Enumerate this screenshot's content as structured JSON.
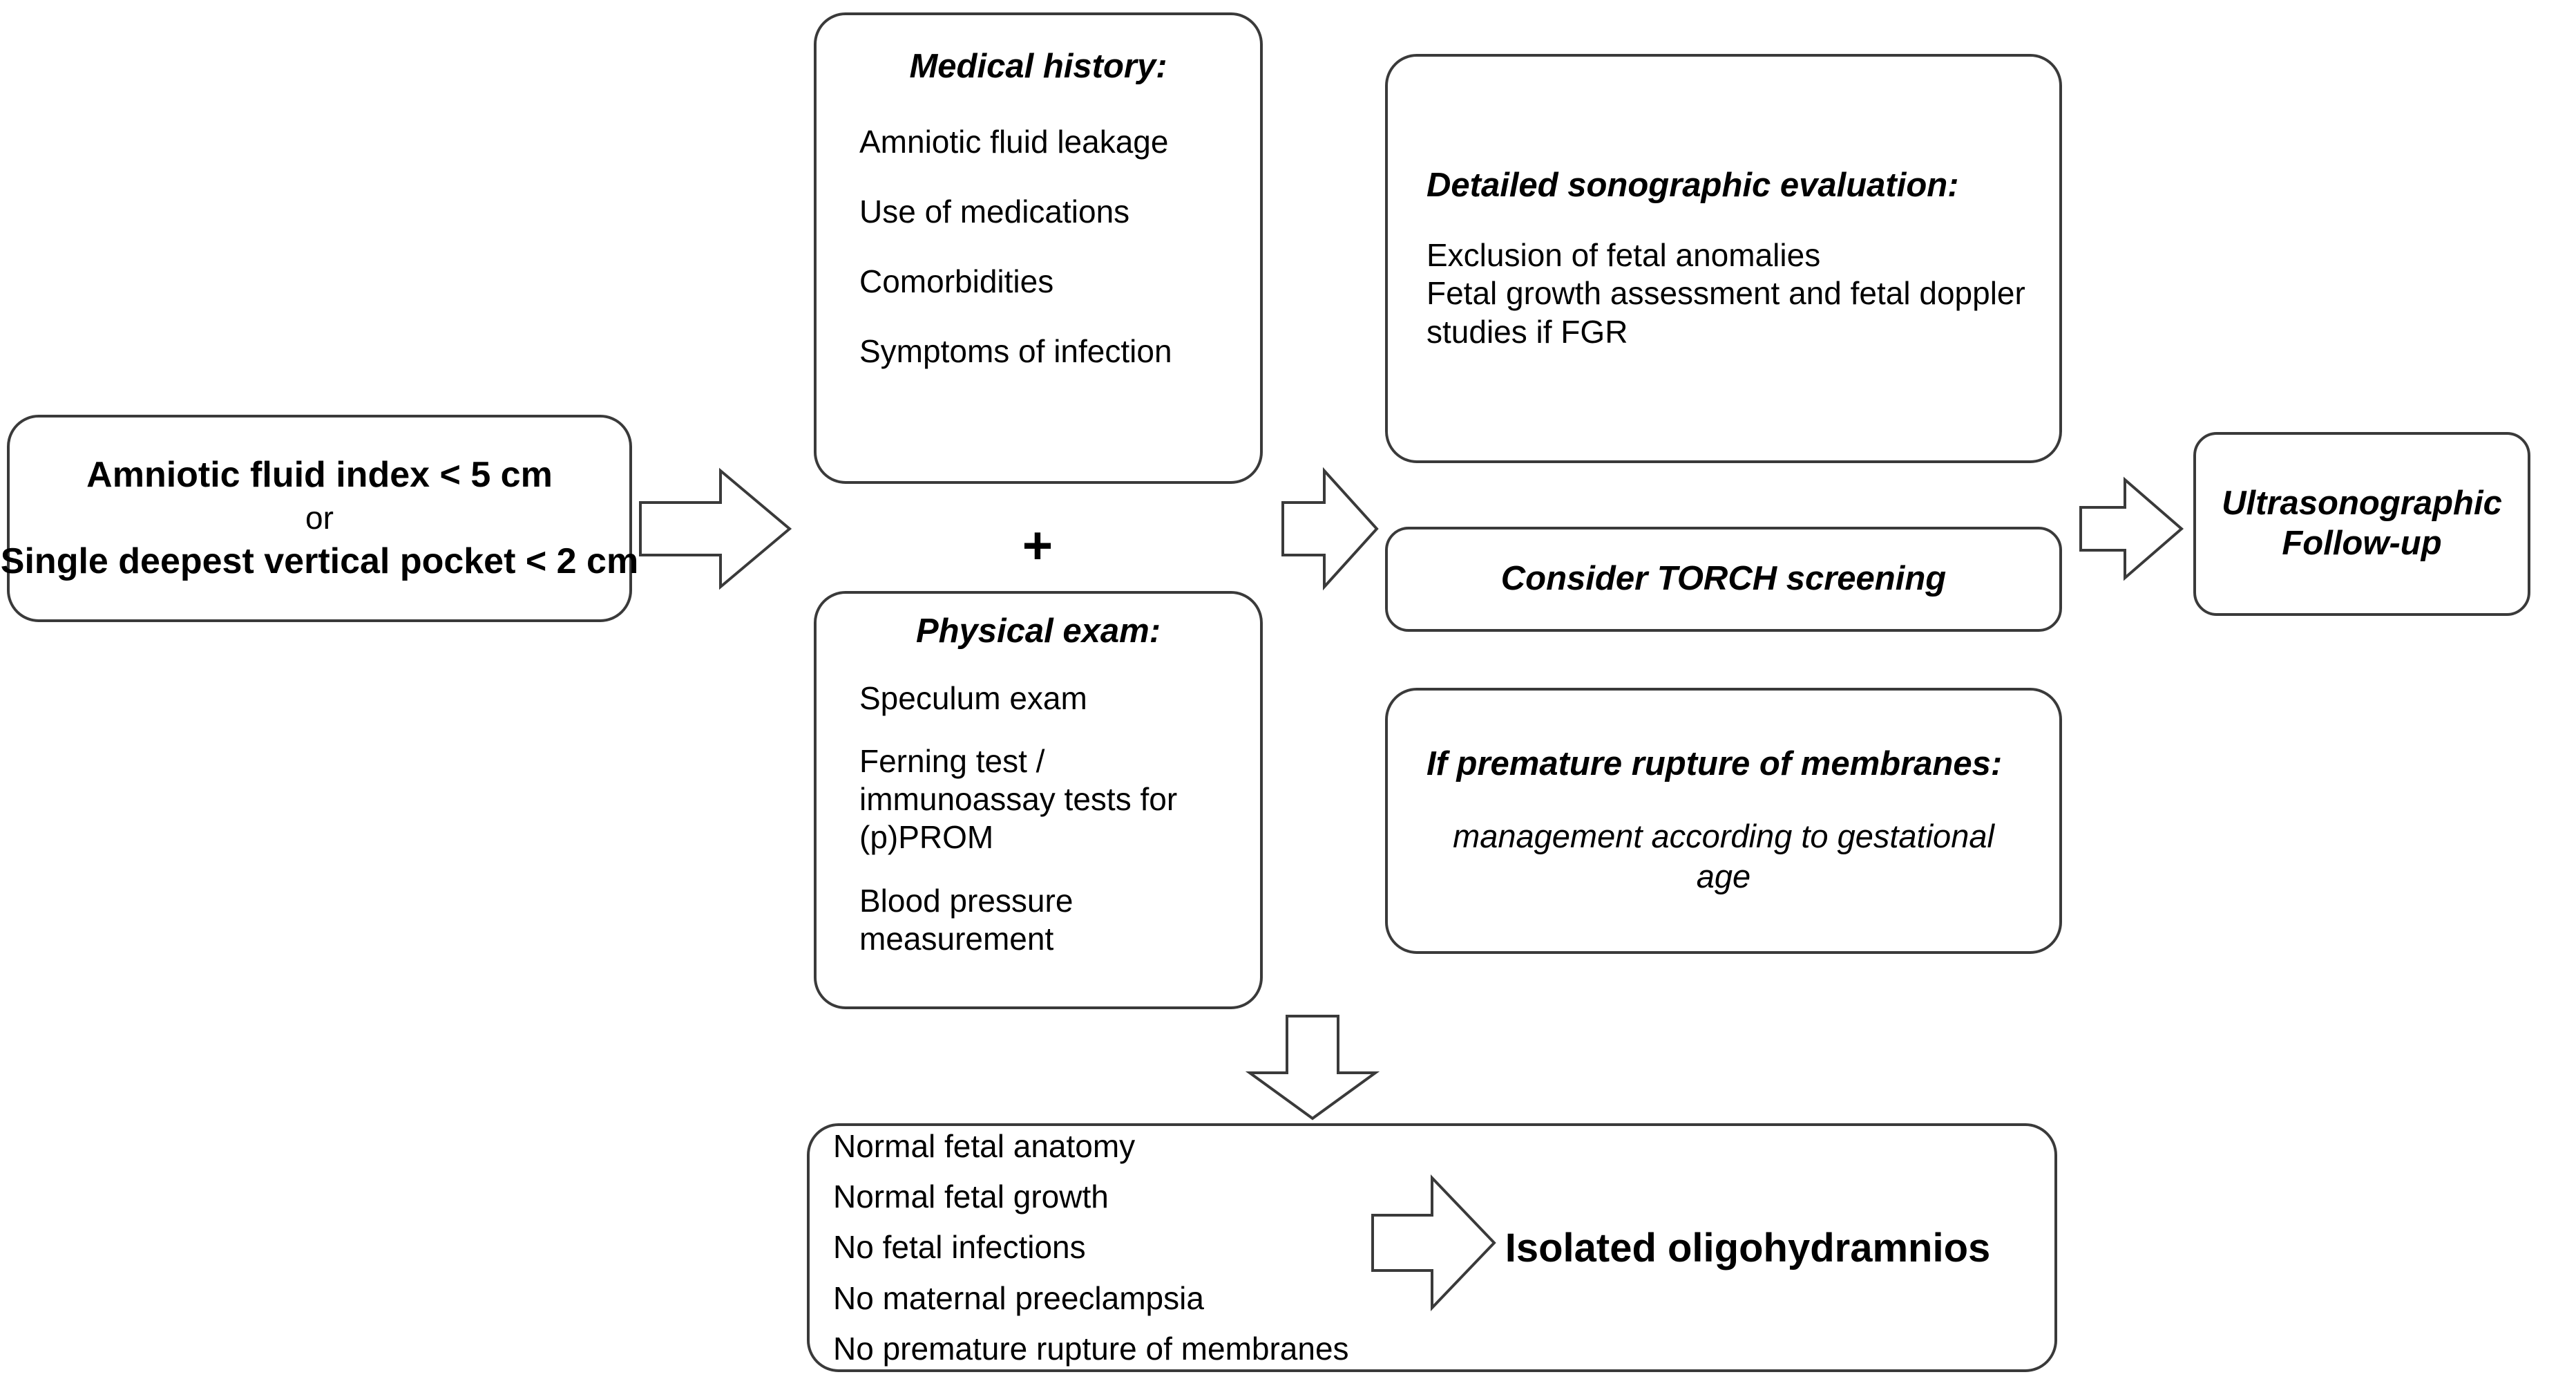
{
  "diagram": {
    "title": "Oligohydramnios diagnostic work-up flowchart",
    "accent_color": "#3a3a3a",
    "background_color": "#ffffff",
    "plus_symbol": "+"
  },
  "criteria_box": {
    "line1": "Amniotic fluid index < 5 cm",
    "line2": "or",
    "line3": "Single deepest vertical pocket < 2 cm"
  },
  "medical_history": {
    "title": "Medical history:",
    "items": [
      "Amniotic fluid leakage",
      "Use of medications",
      "Comorbidities",
      "Symptoms of infection"
    ]
  },
  "physical_exam": {
    "title": "Physical exam:",
    "items": [
      "Speculum exam",
      "Ferning test / immunoassay tests for (p)PROM",
      "Blood pressure measurement"
    ]
  },
  "sonographic_evaluation": {
    "title": "Detailed sonographic evaluation:",
    "items": [
      "Exclusion of fetal anomalies",
      "Fetal growth assessment and fetal doppler studies if FGR"
    ]
  },
  "torch": {
    "title": "Consider TORCH screening"
  },
  "prom": {
    "title": "If premature rupture of membranes:",
    "detail": "management according to gestational age"
  },
  "follow_up": {
    "line1": "Ultrasonographic",
    "line2": "Follow-up"
  },
  "isolated": {
    "criteria": [
      "Normal fetal anatomy",
      "Normal fetal growth",
      "No fetal infections",
      "No maternal preeclampsia",
      "No premature rupture of membranes"
    ],
    "result": "Isolated oligohydramnios"
  },
  "arrows": {
    "a1_name": "arrow-criteria-to-assessment",
    "a2_name": "arrow-assessment-to-evaluation",
    "a3_name": "arrow-evaluation-to-followup",
    "a4_name": "arrow-exam-to-isolated",
    "a5_name": "arrow-criteria-to-result"
  }
}
